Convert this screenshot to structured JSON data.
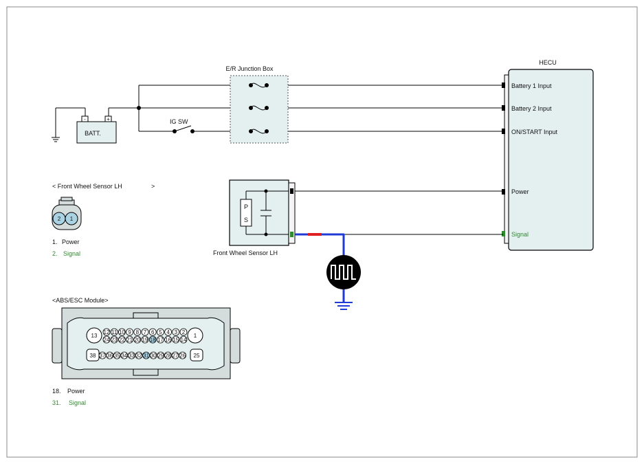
{
  "colors": {
    "wire": "#000000",
    "signal_text": "#2e8b2e",
    "shielded_wire": "#1f3ad6",
    "shield_mark": "#e02020",
    "hecu_fill": "#e4efef",
    "connector_fill": "#d4dcdc",
    "pin_highlight": "#a9d3e3"
  },
  "junction_box": {
    "title": "E/R Junction Box"
  },
  "battery": {
    "label": "BATT.",
    "minus": "-",
    "plus": "+"
  },
  "ig_switch": {
    "label": "IG SW"
  },
  "hecu": {
    "title": "HECU",
    "pins": {
      "battery1": "Battery 1 Input",
      "battery2": "Battery 2 Input",
      "on_start": "ON/START Input",
      "power": "Power",
      "signal": "Signal"
    }
  },
  "sensor": {
    "caption": "Front Wheel Sensor LH",
    "element_p": "P",
    "element_s": "S"
  },
  "sensor_connector": {
    "title": "< Front Wheel Sensor LH",
    "title_end": ">",
    "pin_left": "2",
    "pin_right": "1",
    "legend": [
      {
        "num": "1.",
        "text": "Power"
      },
      {
        "num": "2.",
        "text": "Signal"
      }
    ]
  },
  "abs_connector": {
    "title": "<ABS/ESC Module>",
    "big_pins": {
      "top_left": "13",
      "top_right": "1",
      "bottom_left": "38",
      "bottom_right": "25"
    },
    "row1": [
      "12",
      "11",
      "10",
      "9",
      "8",
      "7",
      "6",
      "5",
      "4",
      "3",
      "2"
    ],
    "row2": [
      "24",
      "23",
      "22",
      "21",
      "20",
      "19",
      "18",
      "17",
      "16",
      "15",
      "14"
    ],
    "row3": [
      "37",
      "36",
      "35",
      "34",
      "33",
      "32",
      "31",
      "30",
      "29",
      "28",
      "27",
      "26"
    ],
    "highlight": [
      "18",
      "31"
    ],
    "legend": [
      {
        "num": "18.",
        "text": "Power"
      },
      {
        "num": "31.",
        "text": "Signal"
      }
    ]
  }
}
